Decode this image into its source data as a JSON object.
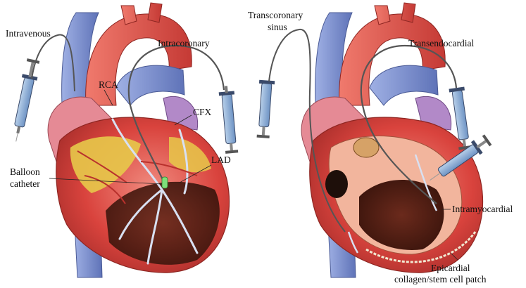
{
  "labels": {
    "intravenous": "Intravenous",
    "intracoronary": "Intracoronary",
    "rca": "RCA",
    "cfx": "CFX",
    "lad": "LAD",
    "balloon_line1": "Balloon",
    "balloon_line2": "catheter",
    "transcoronary_line1": "Transcoronary",
    "transcoronary_line2": "sinus",
    "transendocardial": "Transendocardial",
    "intramyocardial": "Intramyocardial",
    "epicardial_line1": "Epicardial",
    "epicardial_line2": "collagen/stem cell patch"
  },
  "colors": {
    "aorta": "#e15a55",
    "vein": "#7a8fd0",
    "heart_muscle": "#d9433d",
    "fat": "#e7c94a",
    "syringe_fluid": "#8fb4dd",
    "catheter": "#555555"
  }
}
